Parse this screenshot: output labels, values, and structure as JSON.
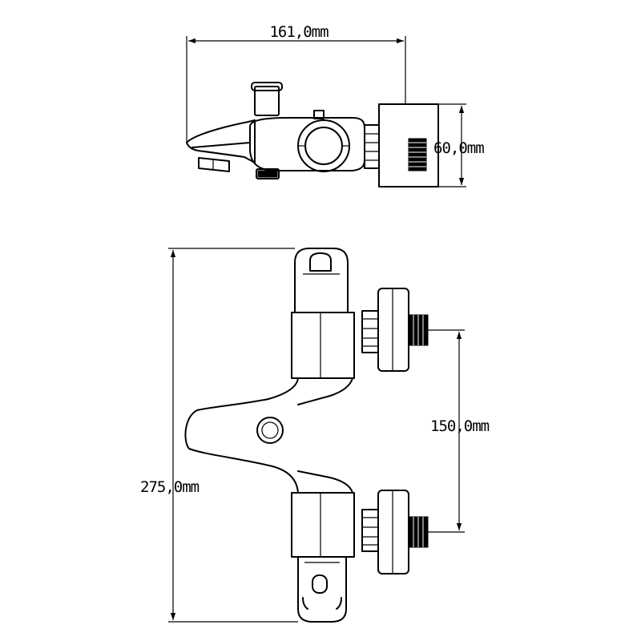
{
  "dimensions": {
    "width_label": "161,0mm",
    "depth_label": "60,0mm",
    "height_label": "275,0mm",
    "centers_label": "150,0mm"
  },
  "colors": {
    "line": "#000000",
    "background": "#ffffff"
  }
}
